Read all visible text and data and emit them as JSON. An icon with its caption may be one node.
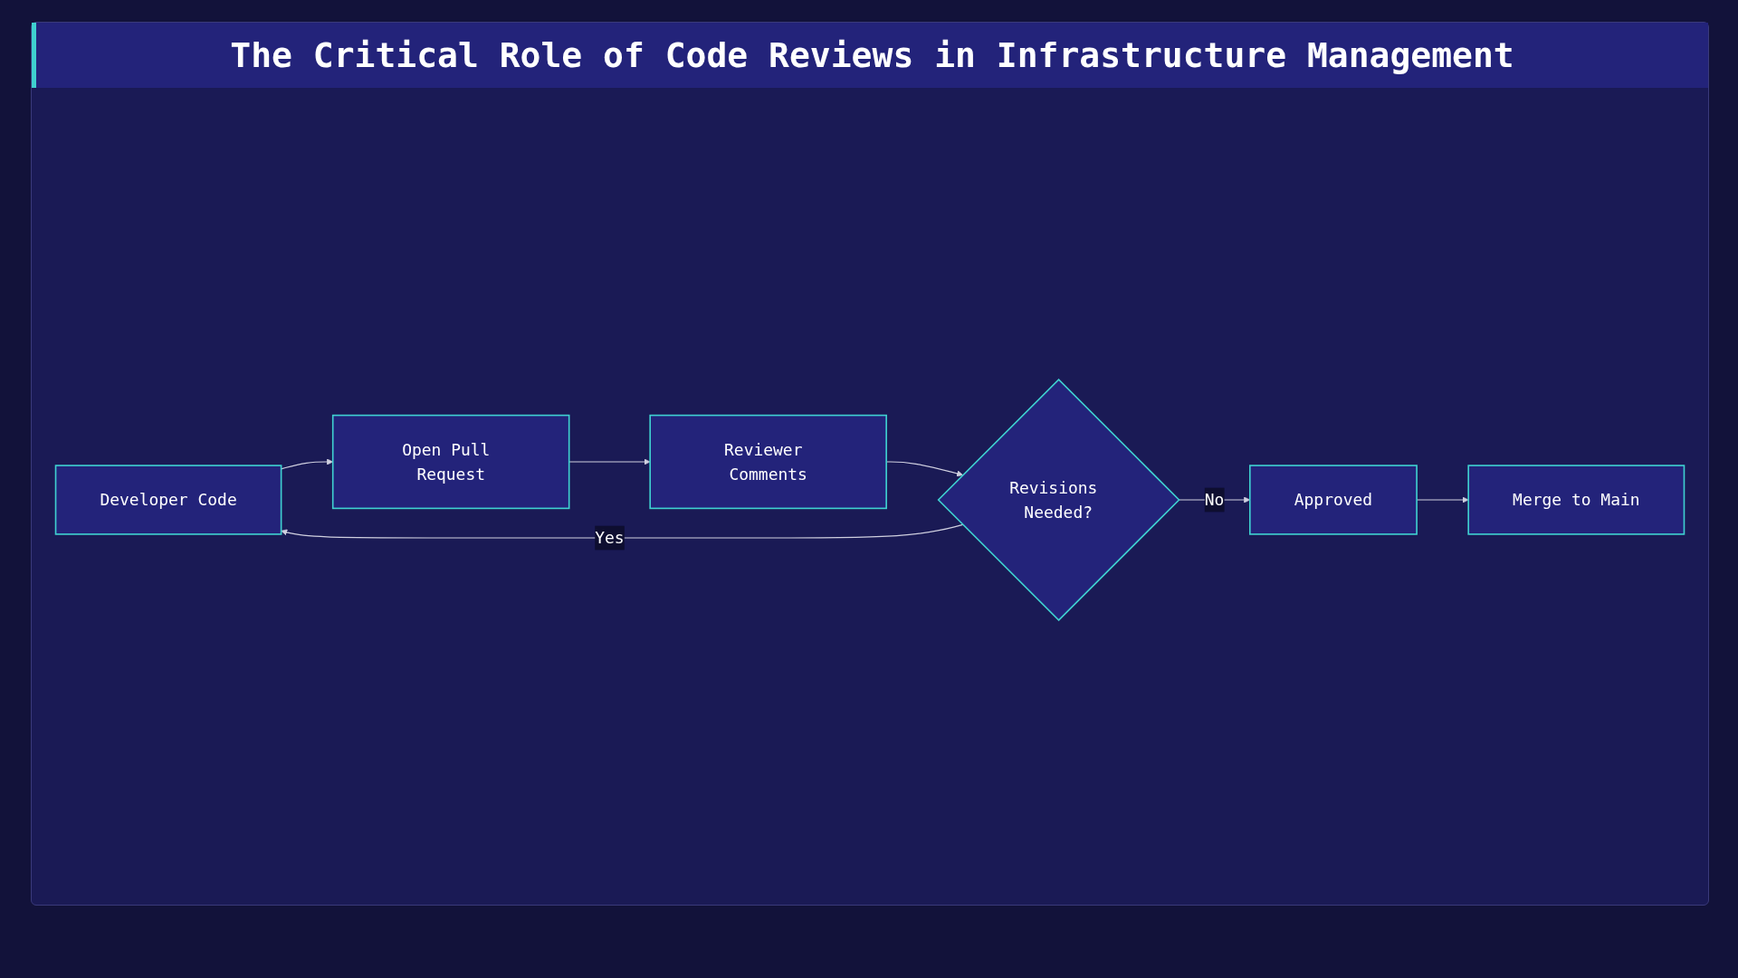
{
  "diagram": {
    "title": "The Critical Role of Code Reviews in Infrastructure Management",
    "nodes": [
      {
        "text": [
          "Developer Code"
        ]
      },
      {
        "text": [
          "Open Pull Request"
        ]
      },
      {
        "text": [
          "Reviewer Comments"
        ]
      },
      {
        "text": [
          "Revisions Needed?"
        ]
      },
      {
        "text": [
          "Approved"
        ]
      },
      {
        "text": [
          "Merge to Main"
        ]
      }
    ],
    "edges": [
      {
        "from": 0,
        "to": 1,
        "arrow": "to"
      },
      {
        "from": 1,
        "to": 2,
        "arrow": "to"
      },
      {
        "from": 2,
        "to": 3,
        "arrow": "to"
      },
      {
        "from": 3,
        "to": 0,
        "arrow": "to",
        "label": "Yes"
      },
      {
        "from": 3,
        "to": 4,
        "arrow": "to",
        "label": "No"
      },
      {
        "from": 4,
        "to": 5,
        "arrow": "to"
      }
    ]
  }
}
